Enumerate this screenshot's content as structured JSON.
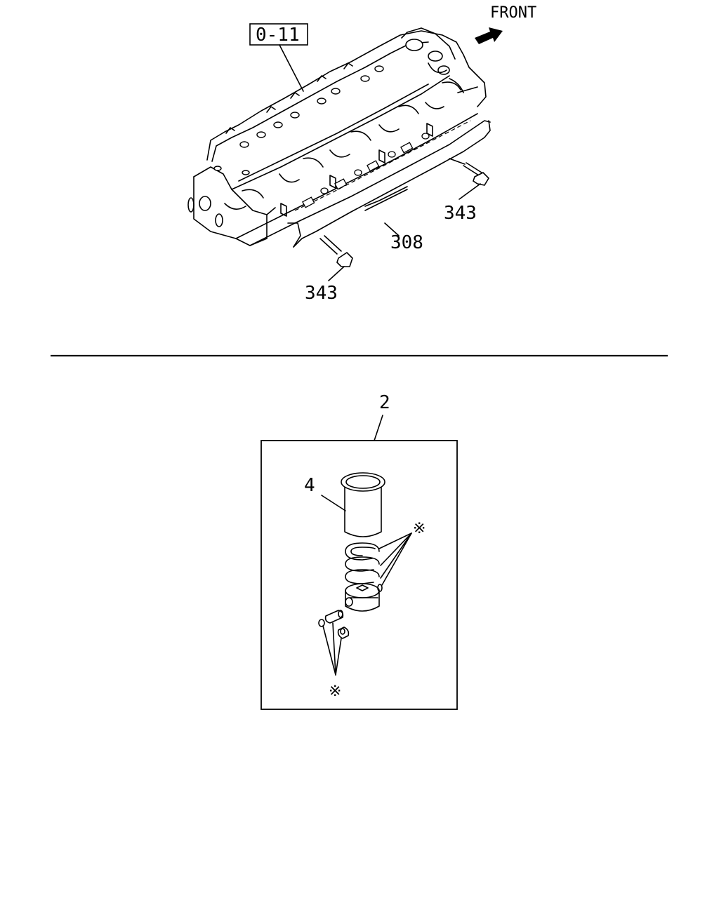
{
  "labels": {
    "front": "FRONT",
    "ref_box": "0-11",
    "part_343_upper": "343",
    "part_308": "308",
    "part_343_lower": "343",
    "part_2": "2",
    "part_4": "4",
    "asterisk_upper": "※",
    "asterisk_lower": "※"
  }
}
